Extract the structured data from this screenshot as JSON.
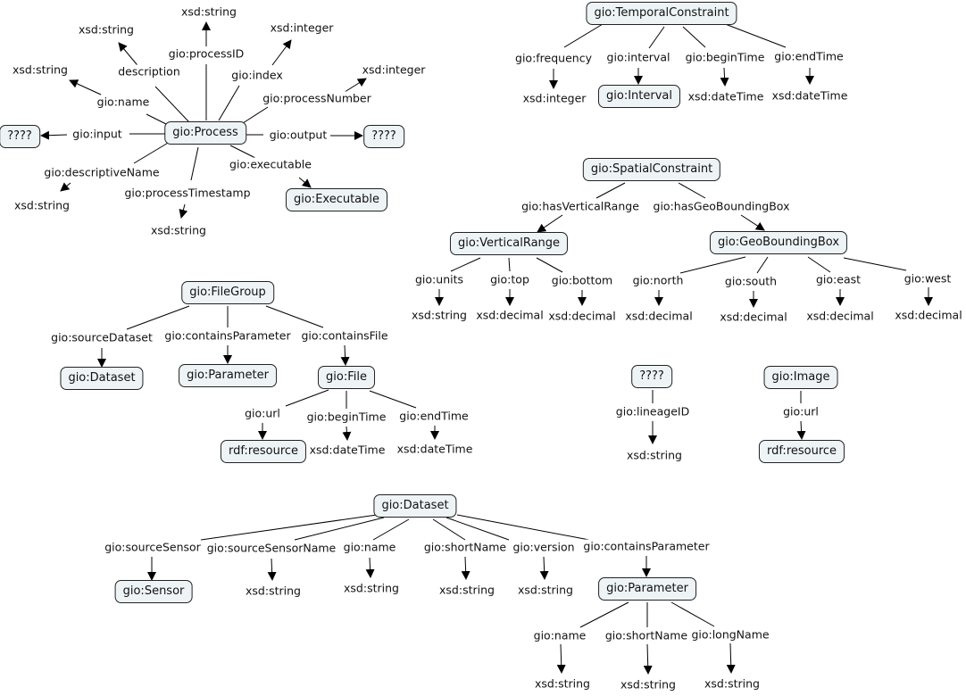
{
  "concepts": {
    "process": "gio:Process",
    "unknown_input": "????",
    "unknown_output": "????",
    "executable": "gio:Executable",
    "temporal_constraint": "gio:TemporalConstraint",
    "interval": "gio:Interval",
    "spatial_constraint": "gio:SpatialConstraint",
    "vertical_range": "gio:VerticalRange",
    "geo_bounding_box": "gio:GeoBoundingBox",
    "file_group": "gio:FileGroup",
    "fg_dataset": "gio:Dataset",
    "fg_parameter": "gio:Parameter",
    "file": "gio:File",
    "file_resource": "rdf:resource",
    "unknown_lineage": "????",
    "image": "gio:Image",
    "image_resource": "rdf:resource",
    "dataset": "gio:Dataset",
    "sensor": "gio:Sensor",
    "ds_parameter": "gio:Parameter"
  },
  "literals": {
    "p_description": "xsd:string",
    "p_process_id": "xsd:string",
    "p_index": "xsd:integer",
    "p_process_number": "xsd:integer",
    "p_name": "xsd:string",
    "p_descriptive_name": "xsd:string",
    "p_timestamp": "xsd:string",
    "tc_frequency": "xsd:integer",
    "tc_begin": "xsd:dateTime",
    "tc_end": "xsd:dateTime",
    "vr_units": "xsd:string",
    "vr_top": "xsd:decimal",
    "vr_bottom": "xsd:decimal",
    "gb_north": "xsd:decimal",
    "gb_south": "xsd:decimal",
    "gb_east": "xsd:decimal",
    "gb_west": "xsd:decimal",
    "f_begin": "xsd:dateTime",
    "f_end": "xsd:dateTime",
    "lineage_id": "xsd:string",
    "ds_source_sensor_name": "xsd:string",
    "ds_name": "xsd:string",
    "ds_short_name": "xsd:string",
    "ds_version": "xsd:string",
    "par_name": "xsd:string",
    "par_short_name": "xsd:string",
    "par_long_name": "xsd:string"
  },
  "links": {
    "p_description": "description",
    "p_process_id": "gio:processID",
    "p_index": "gio:index",
    "p_process_number": "gio:processNumber",
    "p_name": "gio:name",
    "p_input": "gio:input",
    "p_output": "gio:output",
    "p_descriptive_name": "gio:descriptiveName",
    "p_timestamp": "gio:processTimestamp",
    "p_executable": "gio:executable",
    "tc_frequency": "gio:frequency",
    "tc_interval": "gio:interval",
    "tc_begin": "gio:beginTime",
    "tc_end": "gio:endTime",
    "sc_vertical": "gio:hasVerticalRange",
    "sc_bbox": "gio:hasGeoBoundingBox",
    "vr_units": "gio:units",
    "vr_top": "gio:top",
    "vr_bottom": "gio:bottom",
    "gb_north": "gio:north",
    "gb_south": "gio:south",
    "gb_east": "gio:east",
    "gb_west": "gio:west",
    "fg_source_dataset": "gio:sourceDataset",
    "fg_contains_parameter": "gio:containsParameter",
    "fg_contains_file": "gio:containsFile",
    "f_url": "gio:url",
    "f_begin": "gio:beginTime",
    "f_end": "gio:endTime",
    "lineage_id": "gio:lineageID",
    "image_url": "gio:url",
    "ds_source_sensor": "gio:sourceSensor",
    "ds_source_sensor_name": "gio:sourceSensorName",
    "ds_name": "gio:name",
    "ds_short_name": "gio:shortName",
    "ds_version": "gio:version",
    "ds_contains_parameter": "gio:containsParameter",
    "par_name": "gio:name",
    "par_short_name": "gio:shortName",
    "par_long_name": "gio:longName"
  }
}
